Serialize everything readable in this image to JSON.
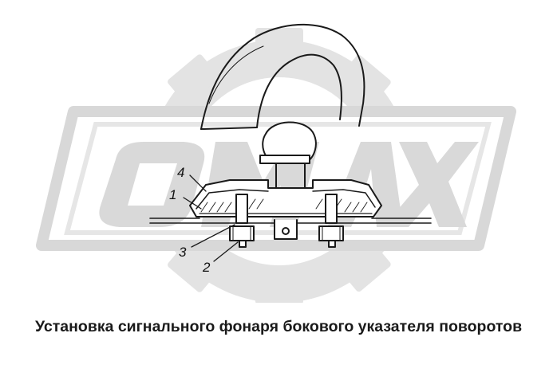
{
  "figure": {
    "caption": "Установка сигнального фонаря бокового указателя поворотов",
    "callouts": [
      {
        "id": "1",
        "label": "1"
      },
      {
        "id": "2",
        "label": "2"
      },
      {
        "id": "3",
        "label": "3"
      },
      {
        "id": "4",
        "label": "4"
      }
    ],
    "watermark": {
      "text": "OMAX",
      "color": "#dcdcdc"
    },
    "line_color": "#1a1a1a"
  }
}
